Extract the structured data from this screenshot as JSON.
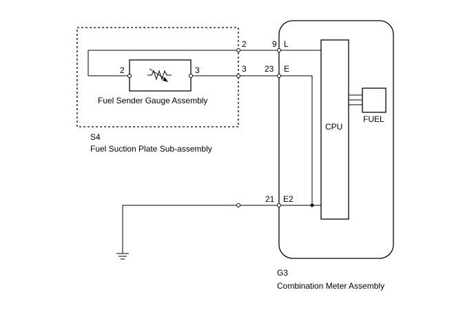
{
  "connector_s4": {
    "code": "S4",
    "name": "Fuel Suction Plate Sub-assembly",
    "pin_l": "2",
    "pin_e": "3"
  },
  "sender_gauge": {
    "name": "Fuel Sender Gauge Assembly",
    "pin_left": "2",
    "pin_right": "3"
  },
  "connector_g3": {
    "code": "G3",
    "name": "Combination Meter Assembly",
    "pin_l": "9",
    "pin_e": "23",
    "pin_e2": "21",
    "term_l": "L",
    "term_e": "E",
    "term_e2": "E2"
  },
  "cpu": {
    "label": "CPU"
  },
  "fuel_gauge": {
    "label": "FUEL"
  }
}
